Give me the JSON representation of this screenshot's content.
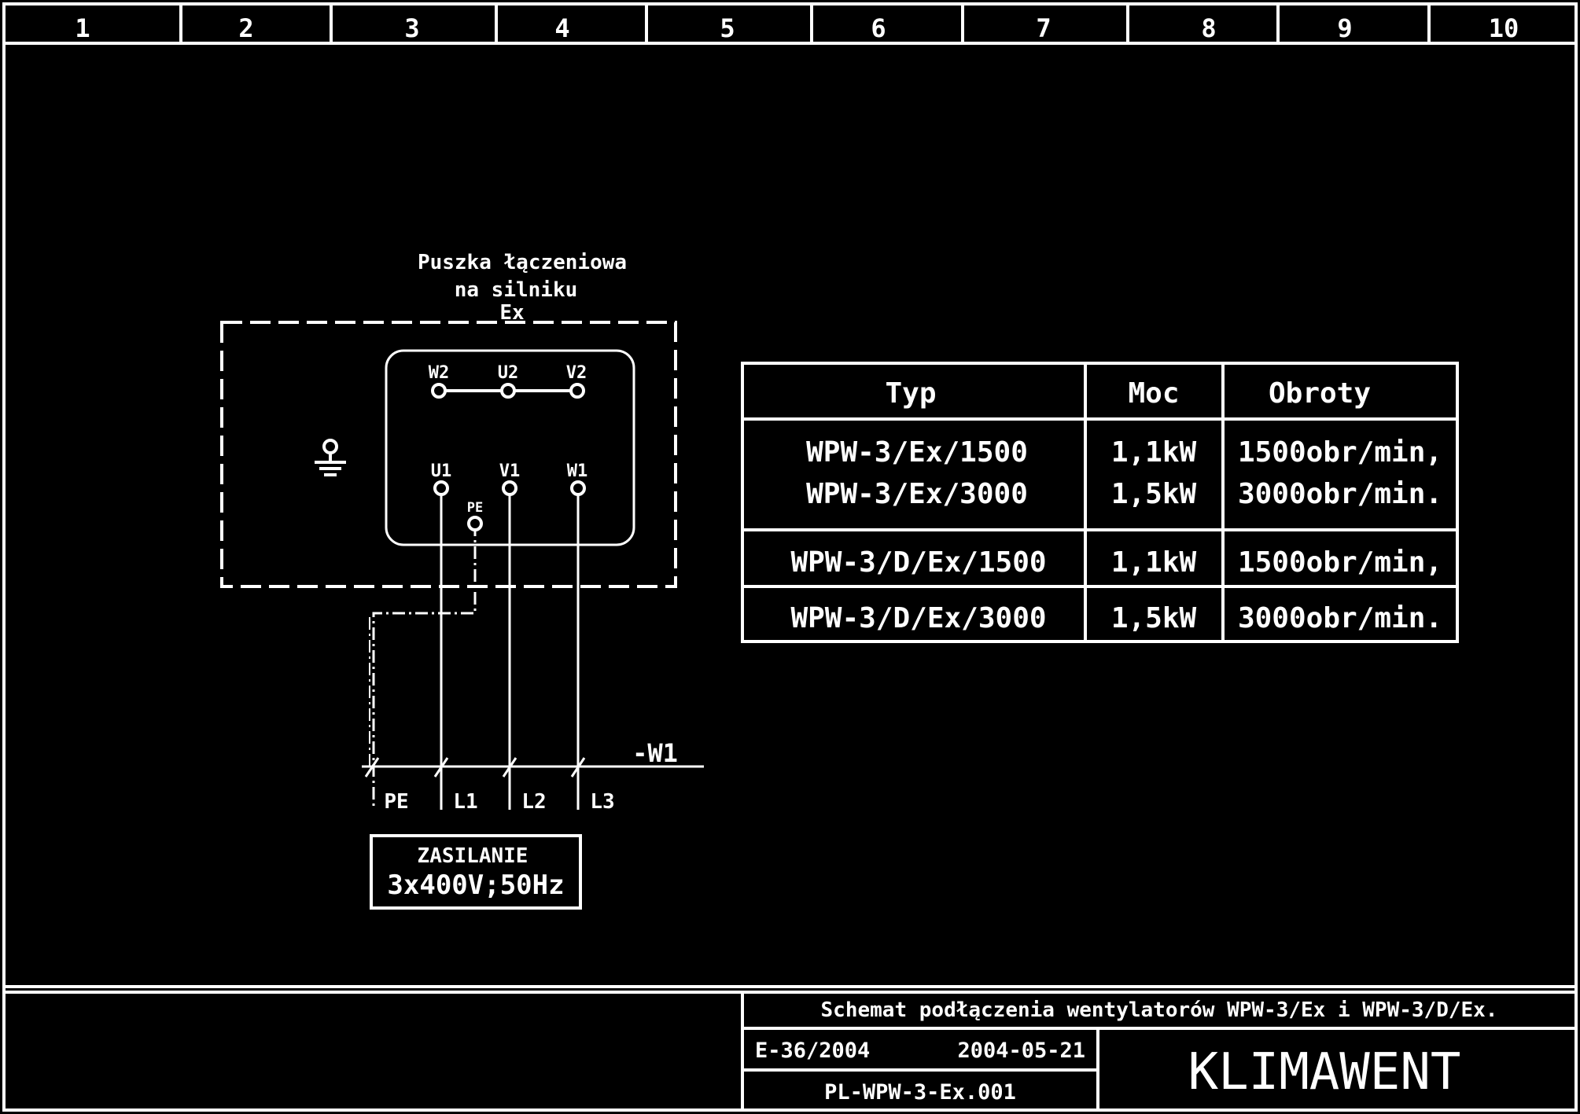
{
  "column_numbers": [
    "1",
    "2",
    "3",
    "4",
    "5",
    "6",
    "7",
    "8",
    "9",
    "10"
  ],
  "junction_box": {
    "title_line1": "Puszka łączeniowa",
    "title_line2": "na silniku",
    "title_line3": "Ex",
    "terminals_top": [
      "W2",
      "U2",
      "V2"
    ],
    "terminals_bottom": [
      "U1",
      "V1",
      "W1"
    ],
    "pe_terminal": "PE"
  },
  "cable": {
    "label": "-W1",
    "conductors": [
      "PE",
      "L1",
      "L2",
      "L3"
    ]
  },
  "supply": {
    "line1": "ZASILANIE",
    "line2": "3x400V;50Hz"
  },
  "spec_table": {
    "headers": [
      "Typ",
      "Moc",
      "Obroty"
    ],
    "rows": [
      {
        "typ": [
          "WPW-3/Ex/1500",
          "WPW-3/Ex/3000"
        ],
        "moc": [
          "1,1kW",
          "1,5kW"
        ],
        "obroty": [
          "1500obr/min,",
          "3000obr/min."
        ]
      },
      {
        "typ": [
          "WPW-3/D/Ex/1500"
        ],
        "moc": [
          "1,1kW"
        ],
        "obroty": [
          "1500obr/min,"
        ]
      },
      {
        "typ": [
          "WPW-3/D/Ex/3000"
        ],
        "moc": [
          "1,5kW"
        ],
        "obroty": [
          "3000obr/min."
        ]
      }
    ]
  },
  "title_block": {
    "title": "Schemat podłączenia wentylatorów WPW-3/Ex i WPW-3/D/Ex.",
    "doc_number": "E-36/2004",
    "date": "2004-05-21",
    "drawing_code": "PL-WPW-3-Ex.001",
    "company": "KLIMAWENT"
  }
}
